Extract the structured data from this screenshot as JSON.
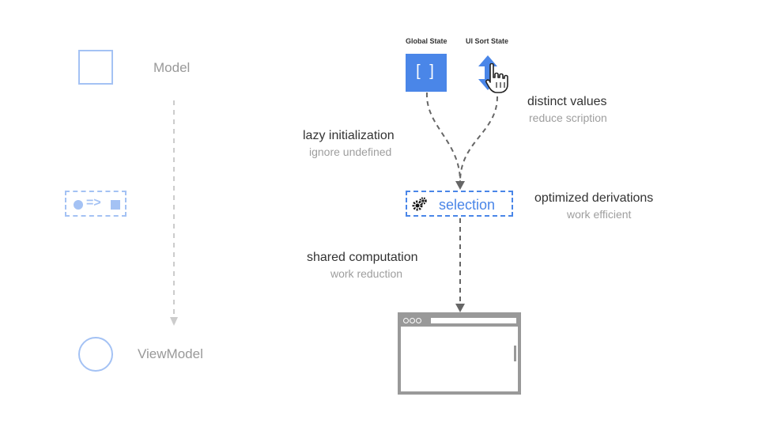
{
  "legend": {
    "model_label": "Model",
    "transform_label": "=>",
    "viewmodel_label": "ViewModel"
  },
  "nodes": {
    "global_state": {
      "label": "Global State",
      "content": "[ ]"
    },
    "ui_sort_state": {
      "label": "UI Sort State"
    },
    "selection": {
      "label": "selection"
    }
  },
  "annotations": {
    "lazy_init": {
      "title": "lazy initialization",
      "subtitle": "ignore undefined"
    },
    "distinct_values": {
      "title": "distinct values",
      "subtitle": "reduce scription"
    },
    "optimized": {
      "title": "optimized derivations",
      "subtitle": "work efficient"
    },
    "shared": {
      "title": "shared computation",
      "subtitle": "work reduction"
    }
  },
  "icons": [
    "square-model-icon",
    "transform-icon",
    "circle-viewmodel-icon",
    "sort-arrow-icon",
    "hand-pointer-icon",
    "gears-icon",
    "browser-window-icon"
  ],
  "colors": {
    "accent": "#4a86e8",
    "legend_light": "#a4c2f4",
    "arrow": "#666666",
    "legend_arrow": "#cccccc",
    "browser": "#999999"
  }
}
